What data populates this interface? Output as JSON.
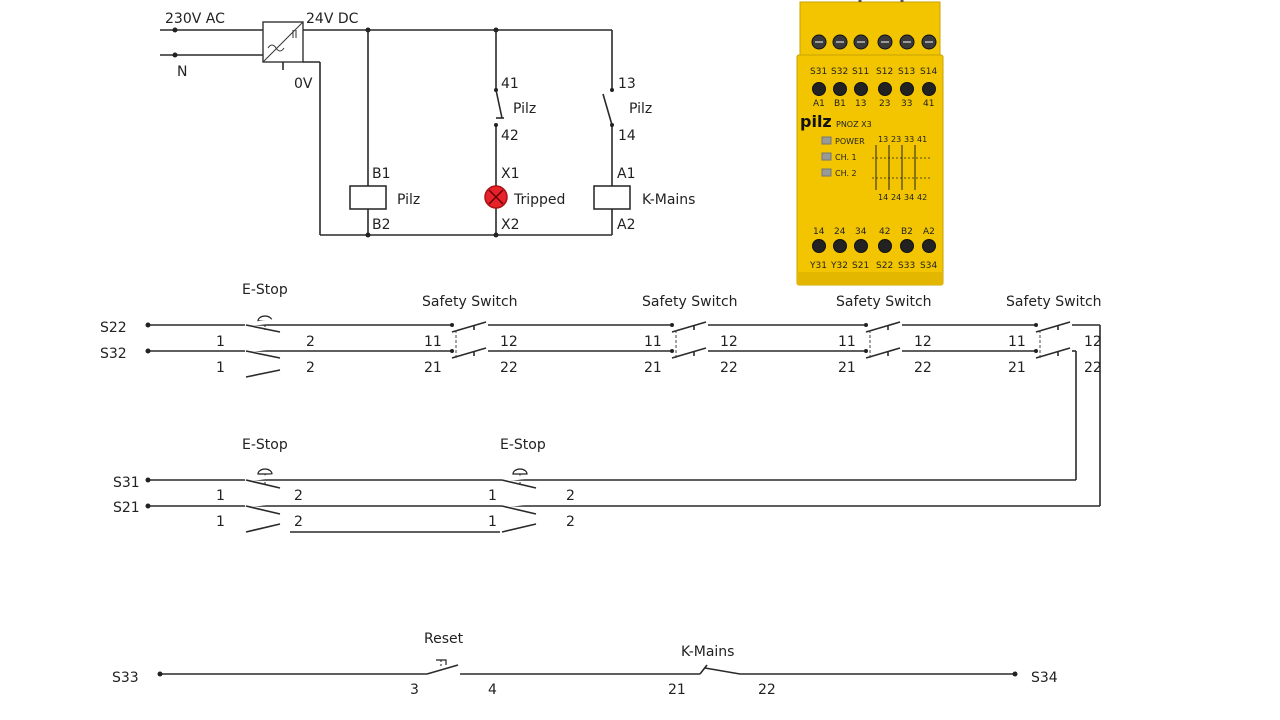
{
  "power": {
    "ac_label": "230V AC",
    "dc_label": "24V DC",
    "neutral_label": "N",
    "zero_v_label": "0V"
  },
  "top_circuit": {
    "pilz_coil": {
      "top": "B1",
      "bottom": "B2",
      "name": "Pilz"
    },
    "pilz_contact_nc": {
      "top": "41",
      "bottom": "42",
      "name": "Pilz"
    },
    "lamp": {
      "top": "X1",
      "bottom": "X2",
      "name": "Tripped"
    },
    "pilz_contact_no": {
      "top": "13",
      "bottom": "14",
      "name": "Pilz"
    },
    "kmains_coil": {
      "top": "A1",
      "bottom": "A2",
      "name": "K-Mains"
    }
  },
  "relay": {
    "brand": "pilz",
    "model": "PNOZ X3",
    "top_row1": [
      "S31",
      "S32",
      "S11",
      "S12",
      "S13",
      "S14"
    ],
    "top_row2": [
      "A1",
      "B1",
      "13",
      "23",
      "33",
      "41"
    ],
    "leds": [
      "POWER",
      "CH. 1",
      "CH. 2"
    ],
    "diagram_top": [
      "13",
      "23",
      "33",
      "41"
    ],
    "diagram_bottom": [
      "14",
      "24",
      "34",
      "42"
    ],
    "bottom_row1": [
      "14",
      "24",
      "34",
      "42",
      "B2",
      "A2"
    ],
    "bottom_row2": [
      "Y31",
      "Y32",
      "S21",
      "S22",
      "S33",
      "S34"
    ],
    "body_color": "#f2c500"
  },
  "channel1": {
    "labels": {
      "s22": "S22",
      "s32": "S32"
    },
    "estop_title": "E-Stop",
    "estop_nums": {
      "a": "1",
      "b": "2",
      "c": "1",
      "d": "2"
    },
    "safety_switch_title": "Safety Switch",
    "switch_nums": {
      "top_left": "11",
      "top_right": "12",
      "bottom_left": "21",
      "bottom_right": "22"
    }
  },
  "channel2": {
    "labels": {
      "s31": "S31",
      "s21": "S21"
    },
    "estop_title": "E-Stop",
    "estop_nums": {
      "a": "1",
      "b": "2",
      "c": "1",
      "d": "2"
    }
  },
  "reset_circuit": {
    "s33": "S33",
    "s34": "S34",
    "reset_title": "Reset",
    "reset_nums": {
      "left": "3",
      "right": "4"
    },
    "kmains_title": "K-Mains",
    "kmains_nums": {
      "left": "21",
      "right": "22"
    }
  }
}
